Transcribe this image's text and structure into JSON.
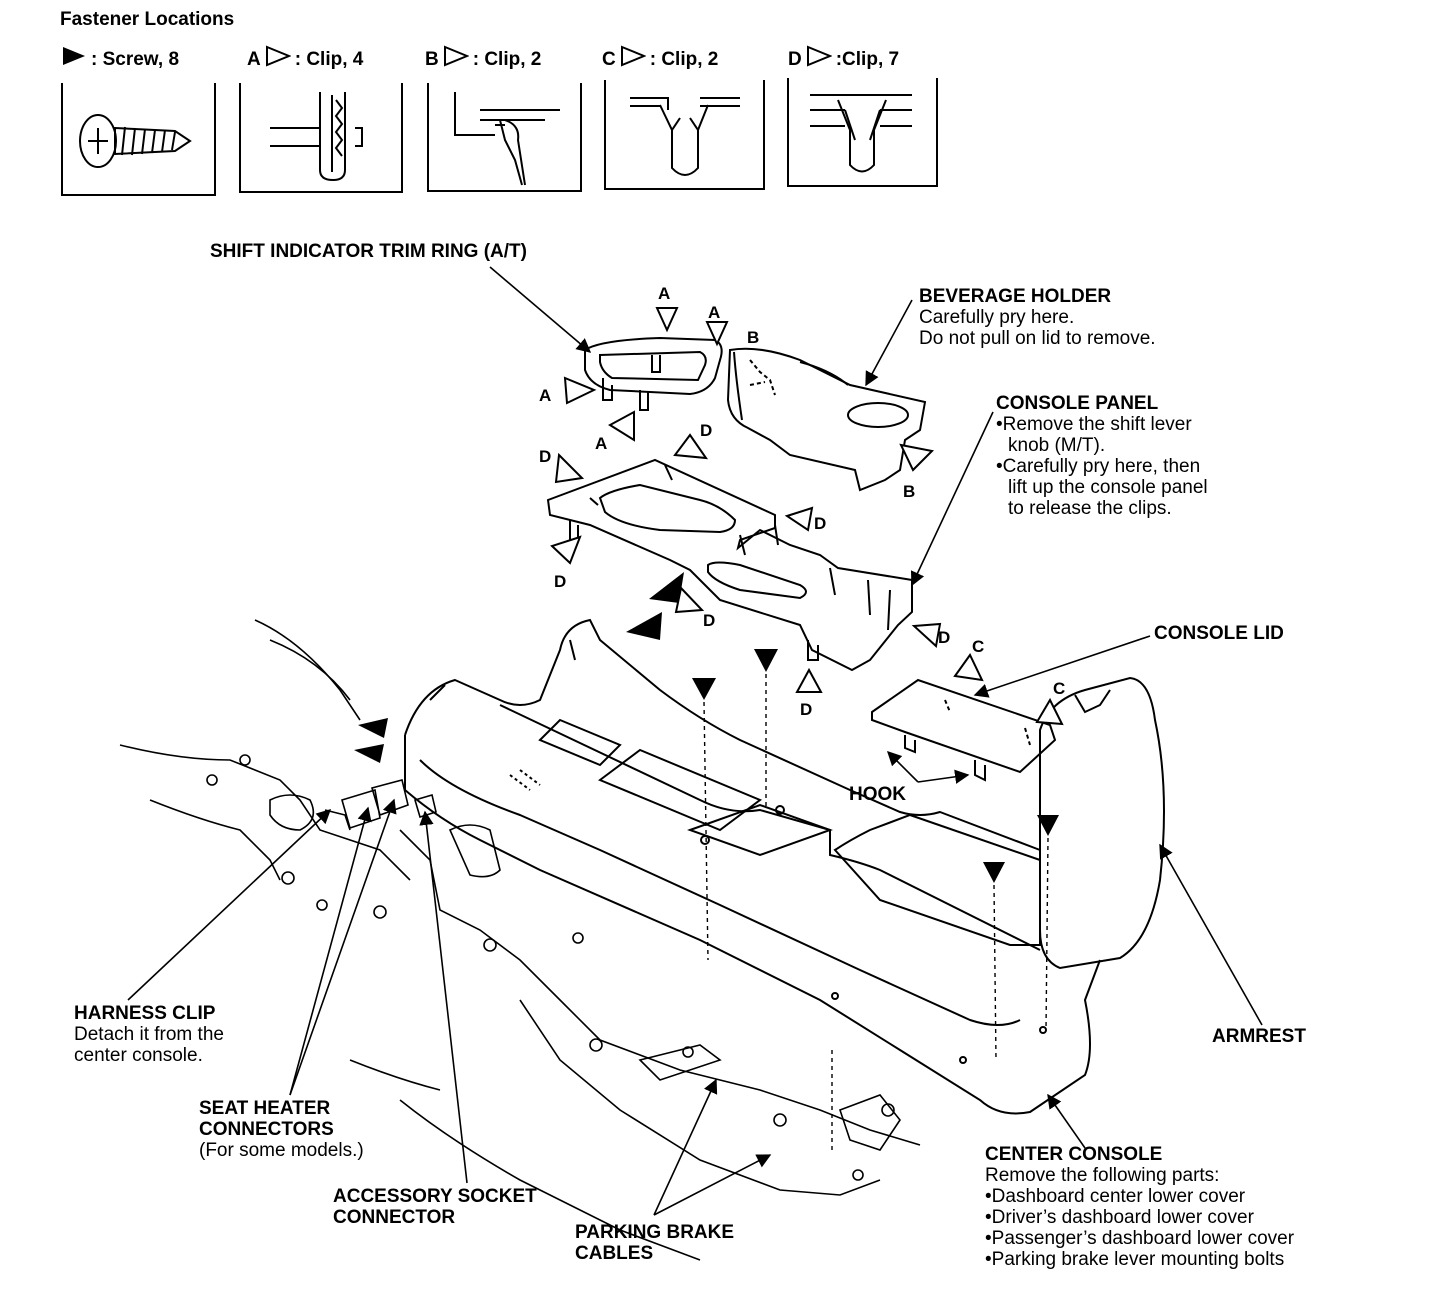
{
  "fastener_header": "Fastener Locations",
  "fastener_legend": [
    {
      "letter": "",
      "text": ": Screw, 8",
      "glyph": "filled-triangle-icon"
    },
    {
      "letter": "A",
      "text": ": Clip, 4",
      "glyph": "open-triangle-icon"
    },
    {
      "letter": "B",
      "text": ": Clip, 2",
      "glyph": "open-triangle-icon"
    },
    {
      "letter": "C",
      "text": ": Clip, 2",
      "glyph": "open-triangle-icon"
    },
    {
      "letter": "D",
      "text": ":Clip, 7",
      "glyph": "open-triangle-icon"
    }
  ],
  "labels": {
    "shift_ring": {
      "title": "SHIFT INDICATOR TRIM RING (A/T)"
    },
    "beverage": {
      "title": "BEVERAGE HOLDER",
      "notes": [
        "Carefully pry here.",
        "Do not pull on lid to remove."
      ]
    },
    "console_panel": {
      "title": "CONSOLE PANEL",
      "notes": [
        "•Remove the shift lever",
        "  knob (M/T).",
        "•Carefully pry here, then",
        "  lift up the console panel",
        "  to release the clips."
      ]
    },
    "console_lid": {
      "title": "CONSOLE LID"
    },
    "hook": {
      "title": "HOOK"
    },
    "armrest": {
      "title": "ARMREST"
    },
    "harness": {
      "title": "HARNESS CLIP",
      "notes": [
        "Detach it from the",
        "center console."
      ]
    },
    "seat_heater": {
      "title": "SEAT HEATER",
      "title2": "CONNECTORS",
      "notes": [
        "(For some models.)"
      ]
    },
    "accessory": {
      "title": "ACCESSORY SOCKET",
      "title2": "CONNECTOR"
    },
    "parking": {
      "title": "PARKING BRAKE",
      "title2": "CABLES"
    },
    "center_console": {
      "title": "CENTER CONSOLE",
      "notes": [
        "Remove the following parts:",
        "•Dashboard center lower cover",
        "•Driver’s dashboard lower cover",
        "•Passenger’s dashboard lower cover",
        "•Parking brake lever mounting bolts"
      ]
    }
  },
  "clip_letters": {
    "A": "A",
    "B": "B",
    "C": "C",
    "D": "D"
  },
  "colors": {
    "ink": "#000000",
    "paper": "#ffffff"
  }
}
